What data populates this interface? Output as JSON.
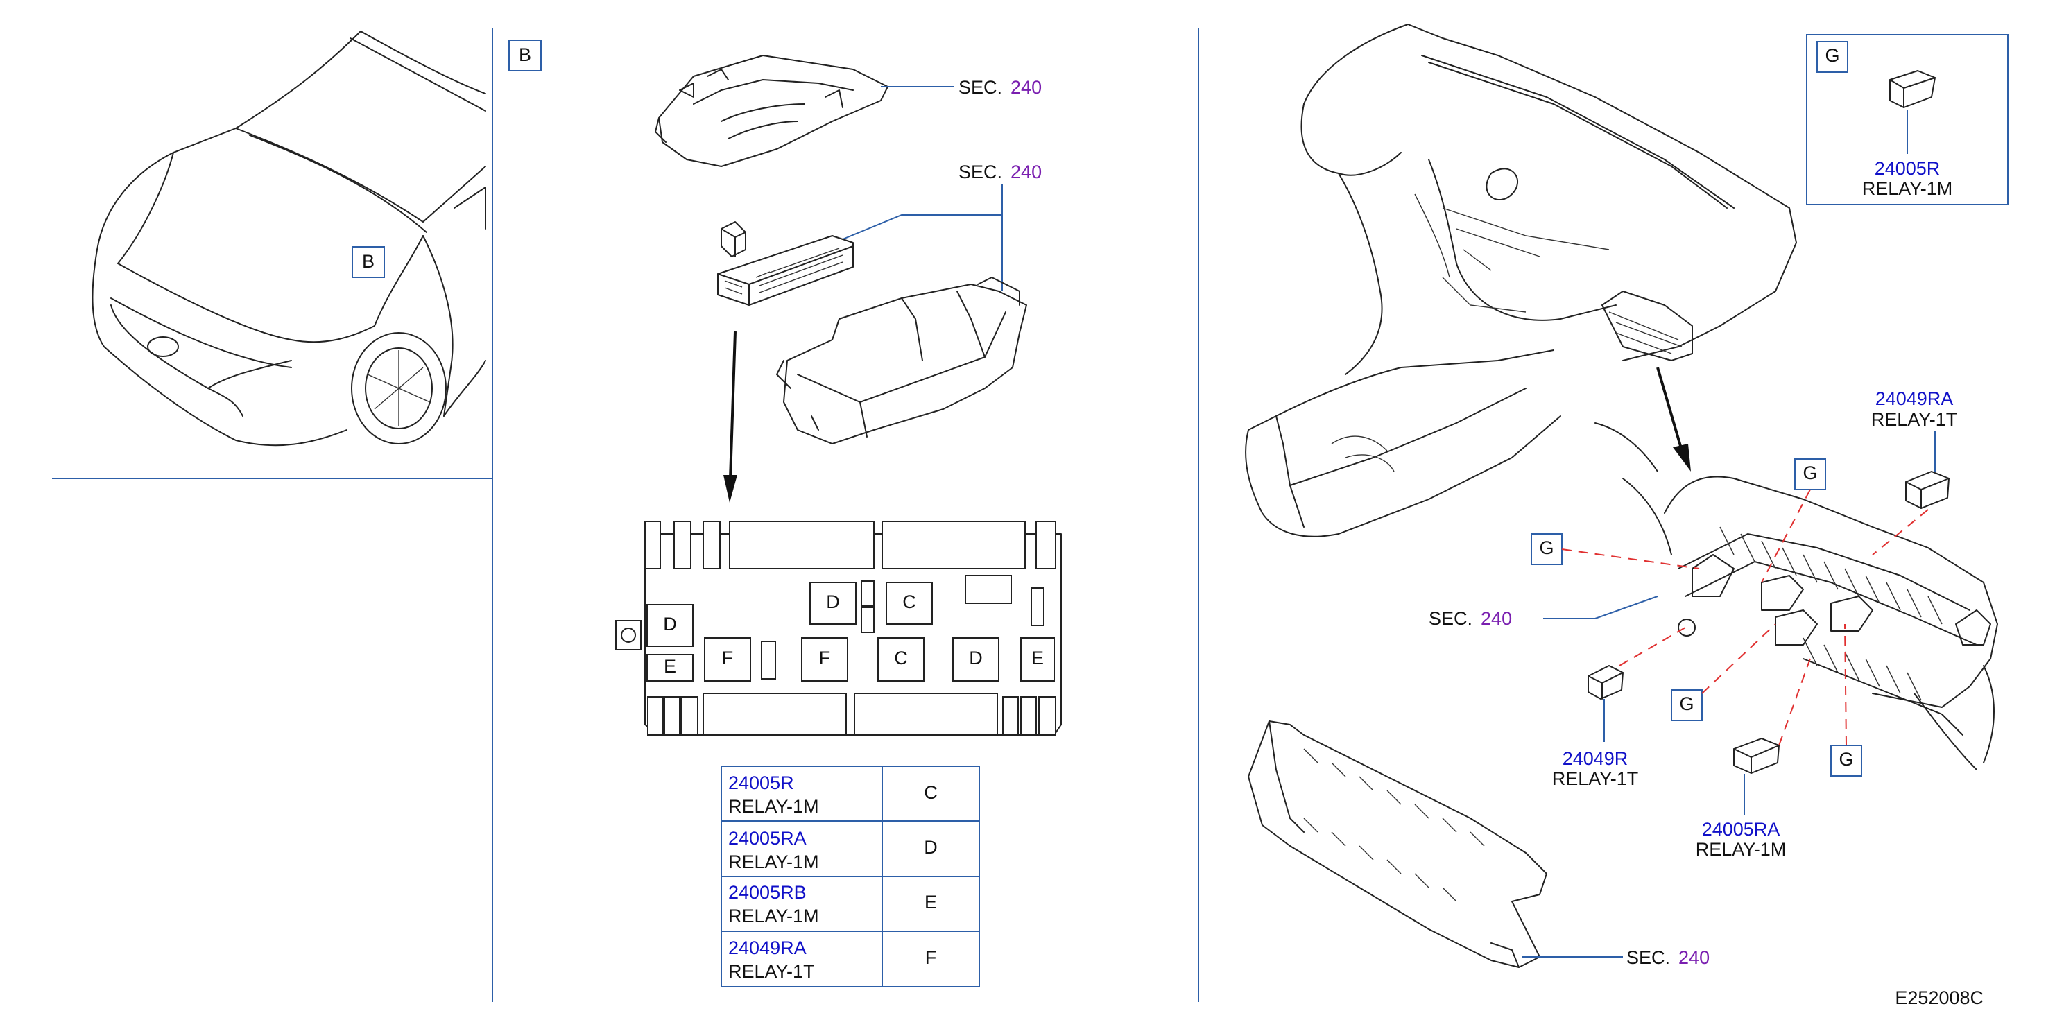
{
  "view_labels": {
    "b_car": "B",
    "b_panel": "B",
    "g_inset": "G"
  },
  "sec": {
    "prefix": "SEC.",
    "number": "240"
  },
  "fuse_box_cells": {
    "d1": "D",
    "e1": "E",
    "d2": "D",
    "c1": "C",
    "f1": "F",
    "f2": "F",
    "c2": "C",
    "d3": "D",
    "e2": "E"
  },
  "parts_table": [
    {
      "part_no": "24005R",
      "name": "RELAY-1M",
      "ref": "C"
    },
    {
      "part_no": "24005RA",
      "name": "RELAY-1M",
      "ref": "D"
    },
    {
      "part_no": "24005RB",
      "name": "RELAY-1M",
      "ref": "E"
    },
    {
      "part_no": "24049RA",
      "name": "RELAY-1T",
      "ref": "F"
    }
  ],
  "callouts": {
    "g_inset_part": {
      "part_no": "24005R",
      "name": "RELAY-1M"
    },
    "relay_top": {
      "part_no": "24049RA",
      "name": "RELAY-1T"
    },
    "relay_left": {
      "part_no": "24049R",
      "name": "RELAY-1T"
    },
    "relay_bottom": {
      "part_no": "24005RA",
      "name": "RELAY-1M"
    }
  },
  "g_markers": [
    "G",
    "G",
    "G",
    "G"
  ],
  "diagram_code": "E252008C",
  "colors": {
    "frame": "#2d5fa8",
    "part_number": "#1010c8",
    "section_number": "#7a1fb0",
    "dashed_leader": "#e03030"
  }
}
